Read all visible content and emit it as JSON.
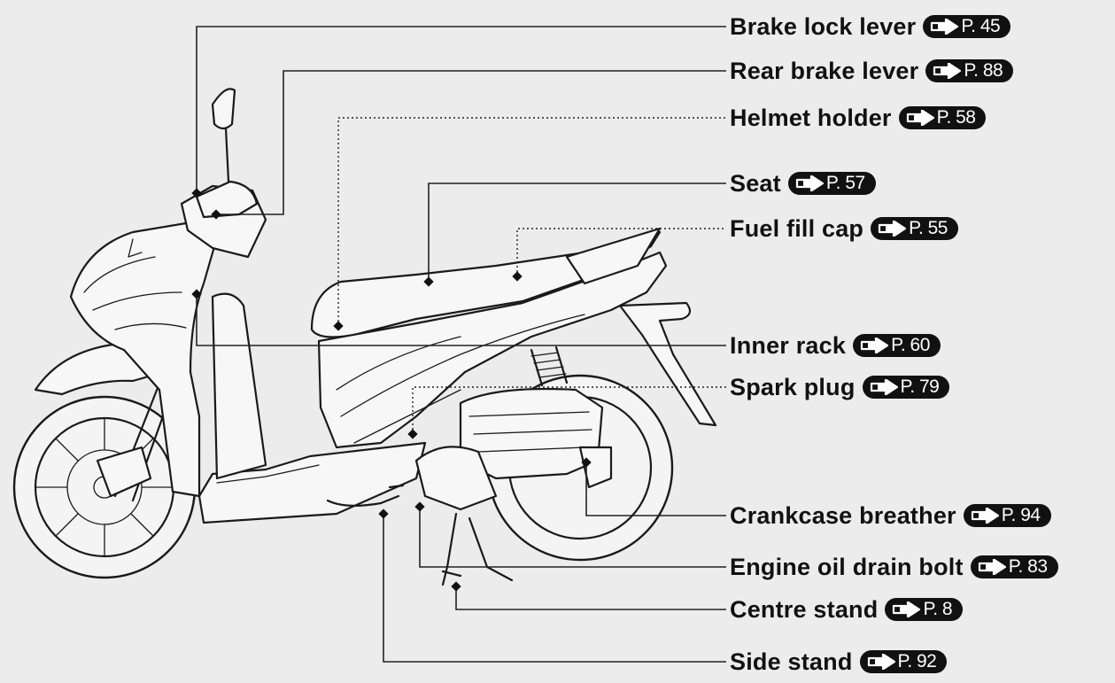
{
  "colors": {
    "background": "#ececec",
    "ink": "#111111",
    "badge_text": "#ffffff"
  },
  "icons": {
    "page_ref": "arrow-right-icon"
  },
  "callouts": [
    {
      "id": "brake-lock-lever",
      "label": "Brake lock lever",
      "page": "P. 45",
      "style": "solid"
    },
    {
      "id": "rear-brake-lever",
      "label": "Rear brake lever",
      "page": "P. 88",
      "style": "solid"
    },
    {
      "id": "helmet-holder",
      "label": "Helmet holder",
      "page": "P. 58",
      "style": "dotted"
    },
    {
      "id": "seat",
      "label": "Seat",
      "page": "P. 57",
      "style": "solid"
    },
    {
      "id": "fuel-fill-cap",
      "label": "Fuel fill cap",
      "page": "P. 55",
      "style": "dotted"
    },
    {
      "id": "inner-rack",
      "label": "Inner rack",
      "page": "P. 60",
      "style": "solid"
    },
    {
      "id": "spark-plug",
      "label": "Spark plug",
      "page": "P. 79",
      "style": "dotted"
    },
    {
      "id": "crankcase-breather",
      "label": "Crankcase breather",
      "page": "P. 94",
      "style": "solid"
    },
    {
      "id": "engine-oil-drain-bolt",
      "label": "Engine oil drain bolt",
      "page": "P. 83",
      "style": "solid"
    },
    {
      "id": "centre-stand",
      "label": "Centre stand",
      "page": "P. 8",
      "style": "solid"
    },
    {
      "id": "side-stand",
      "label": "Side stand",
      "page": "P. 92",
      "style": "solid"
    }
  ]
}
